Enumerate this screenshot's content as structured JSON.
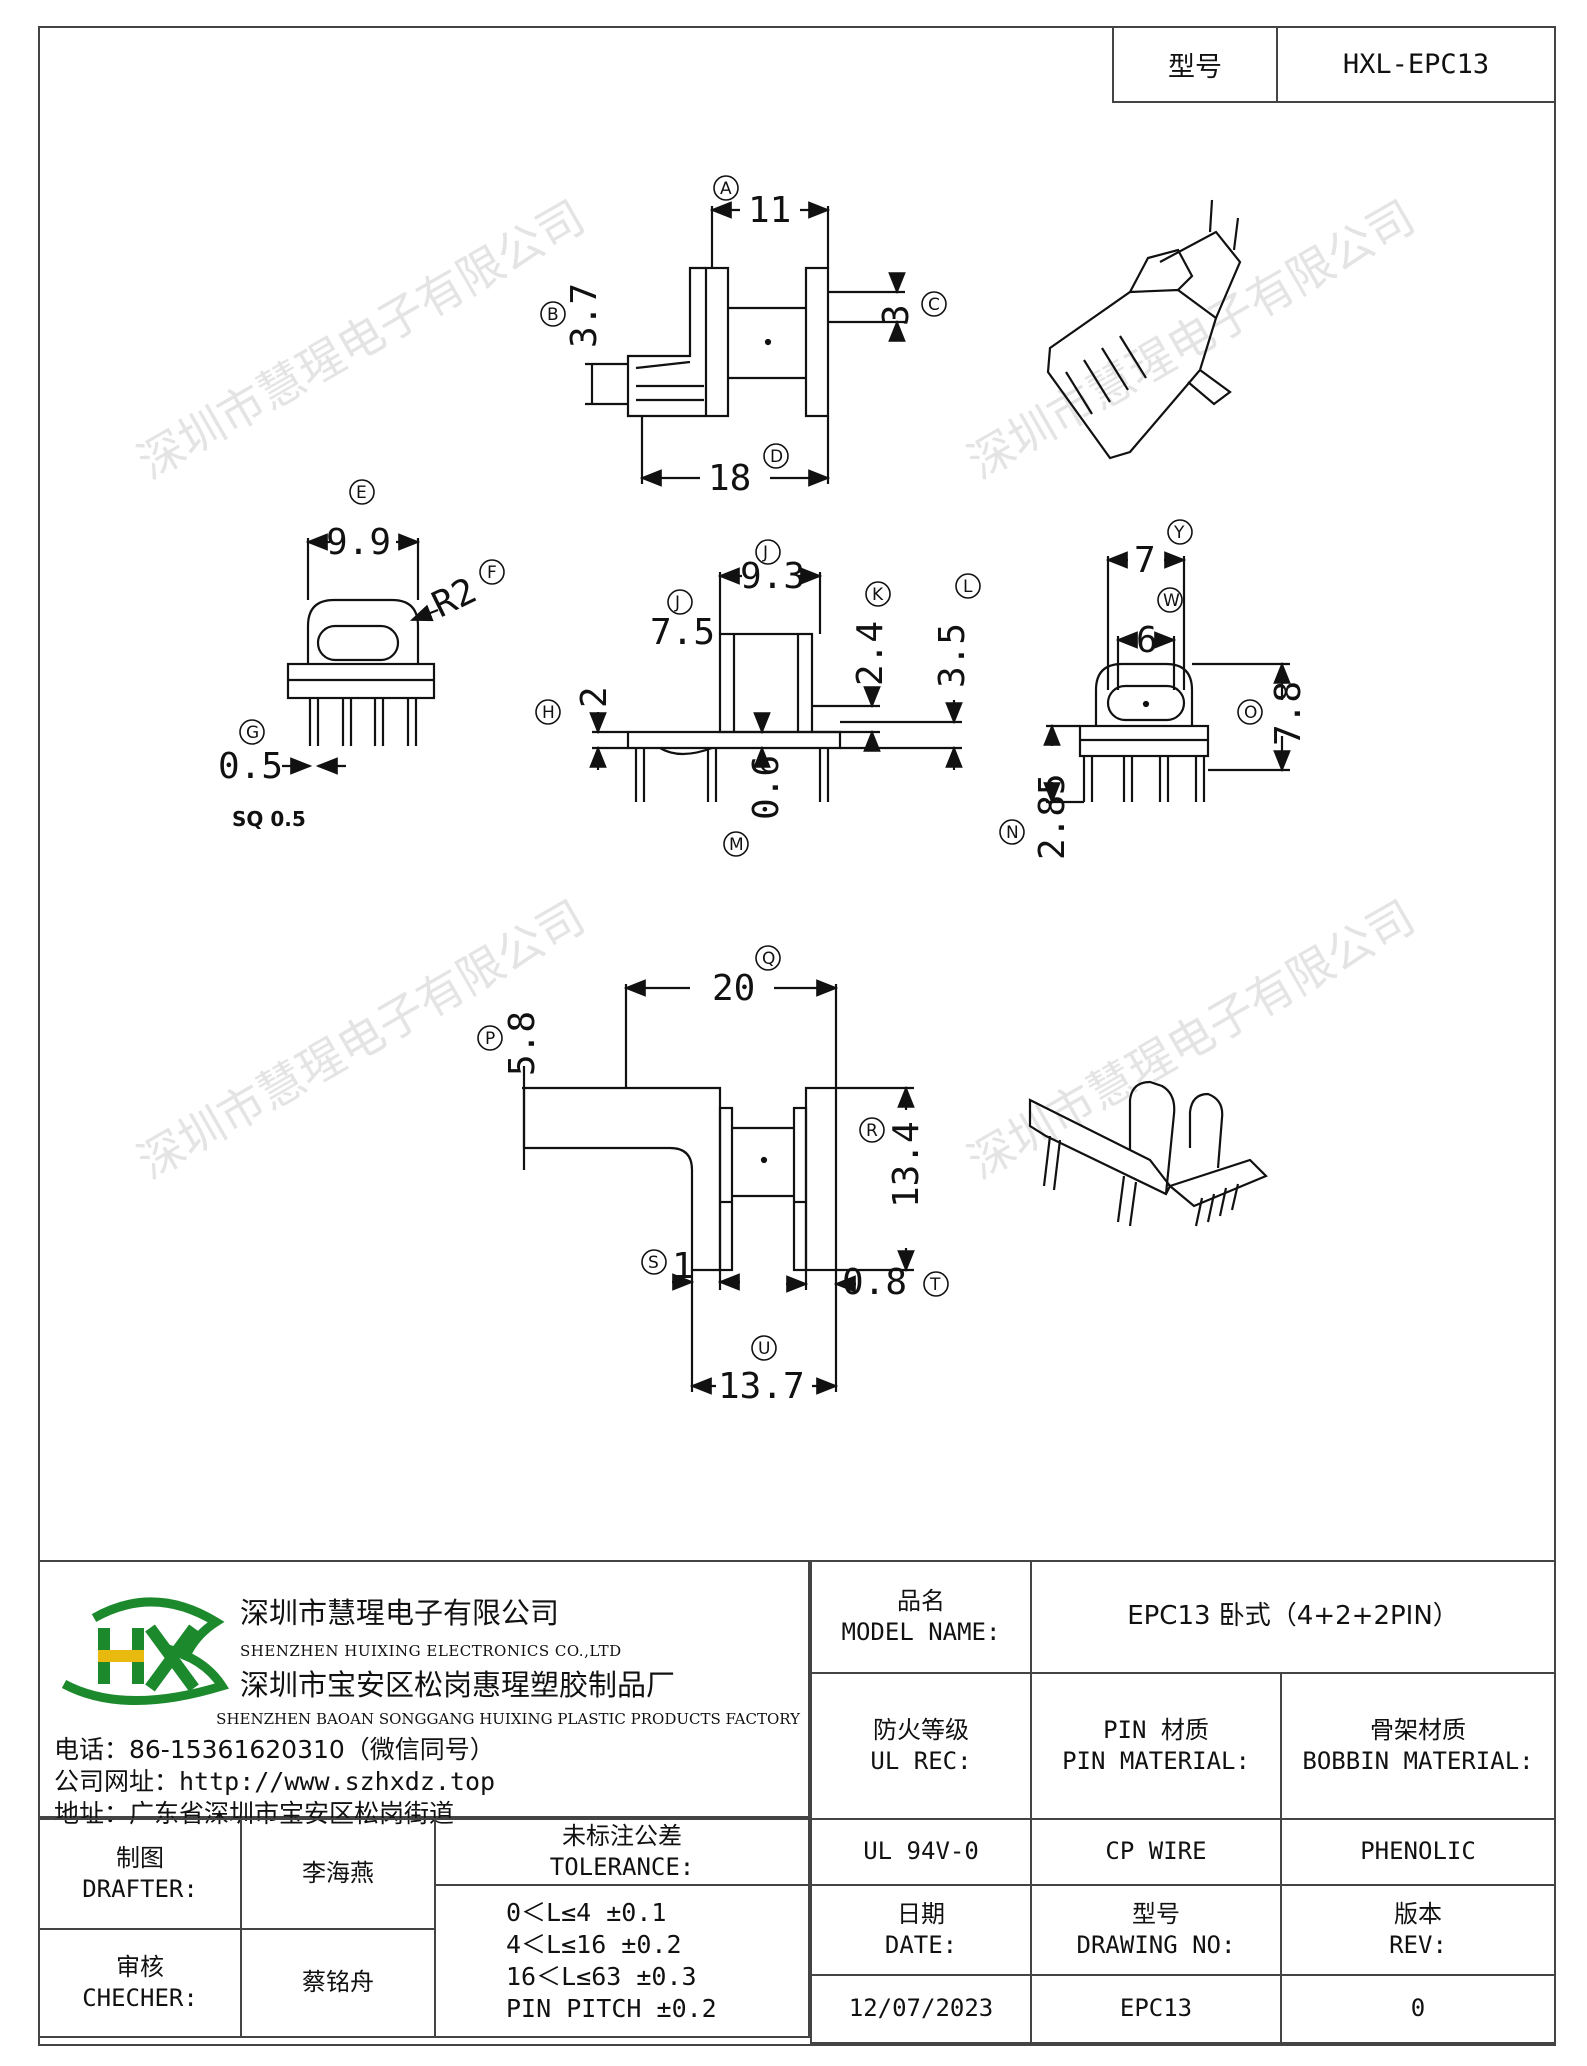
{
  "header": {
    "model_label": "型号",
    "model_value": "HXL-EPC13"
  },
  "watermark": "深圳市慧瑆电子有限公司",
  "dims": {
    "A": "11",
    "B": "3.7",
    "C": "3",
    "D": "18",
    "E": "9.9",
    "F": "R2",
    "G": "0.5",
    "sq": "SQ 0.5",
    "J1": "9.3",
    "J2": "7.5",
    "K": "2.4",
    "L": "3.5",
    "H": "2",
    "M": "0.6",
    "Y": "7",
    "W": "6",
    "O": "7.8",
    "N": "2.85",
    "Q": "20",
    "P": "5.8",
    "R": "13.4",
    "S": "1",
    "T": "0.8",
    "U": "13.7"
  },
  "circles": {
    "A": "A",
    "B": "B",
    "C": "C",
    "D": "D",
    "E": "E",
    "F": "F",
    "G": "G",
    "H": "H",
    "J": "J",
    "K": "K",
    "L": "L",
    "M": "M",
    "N": "N",
    "O": "O",
    "P": "P",
    "Q": "Q",
    "R": "R",
    "S": "S",
    "T": "T",
    "U": "U",
    "W": "W",
    "Y": "Y"
  },
  "company": {
    "name_cn": "深圳市慧瑆电子有限公司",
    "name_en": "SHENZHEN HUIXING ELECTRONICS CO.,LTD",
    "factory_cn": "深圳市宝安区松岗惠瑆塑胶制品厂",
    "factory_en": "SHENZHEN BAOAN SONGGANG HUIXING PLASTIC PRODUCTS FACTORY",
    "tel": "电话：86-15361620310（微信同号）",
    "web": "公司网址：http://www.szhxdz.top",
    "addr": "地址：广东省深圳市宝安区松岗街道",
    "logo_letters": "HX"
  },
  "title_block": {
    "model_name_cn": "品名",
    "model_name_en": "MODEL NAME:",
    "model_name_value": "EPC13 卧式（4+2+2PIN）",
    "ul_cn": "防火等级",
    "ul_en": "UL REC:",
    "pin_cn": "PIN 材质",
    "pin_en": "PIN MATERIAL:",
    "bobbin_cn": "骨架材质",
    "bobbin_en": "BOBBIN MATERIAL:",
    "drafter_cn": "制图",
    "drafter_en": "DRAFTER:",
    "drafter_name": "李海燕",
    "tol_cn": "未标注公差",
    "tol_en": "TOLERANCE:",
    "ul_value": "UL 94V-0",
    "pin_value": "CP WIRE",
    "bobbin_value": "PHENOLIC",
    "checker_cn": "审核",
    "checker_en": "CHECHER:",
    "checker_name": "蔡铭舟",
    "tol_lines": [
      "0＜L≤4  ±0.1",
      "4＜L≤16 ±0.2",
      "16＜L≤63 ±0.3",
      "PIN PITCH ±0.2"
    ],
    "date_cn": "日期",
    "date_en": "DATE:",
    "dwg_cn": "型号",
    "dwg_en": "DRAWING NO:",
    "rev_cn": "版本",
    "rev_en": "REV:",
    "date_value": "12/07/2023",
    "dwg_value": "EPC13",
    "rev_value": "0"
  }
}
